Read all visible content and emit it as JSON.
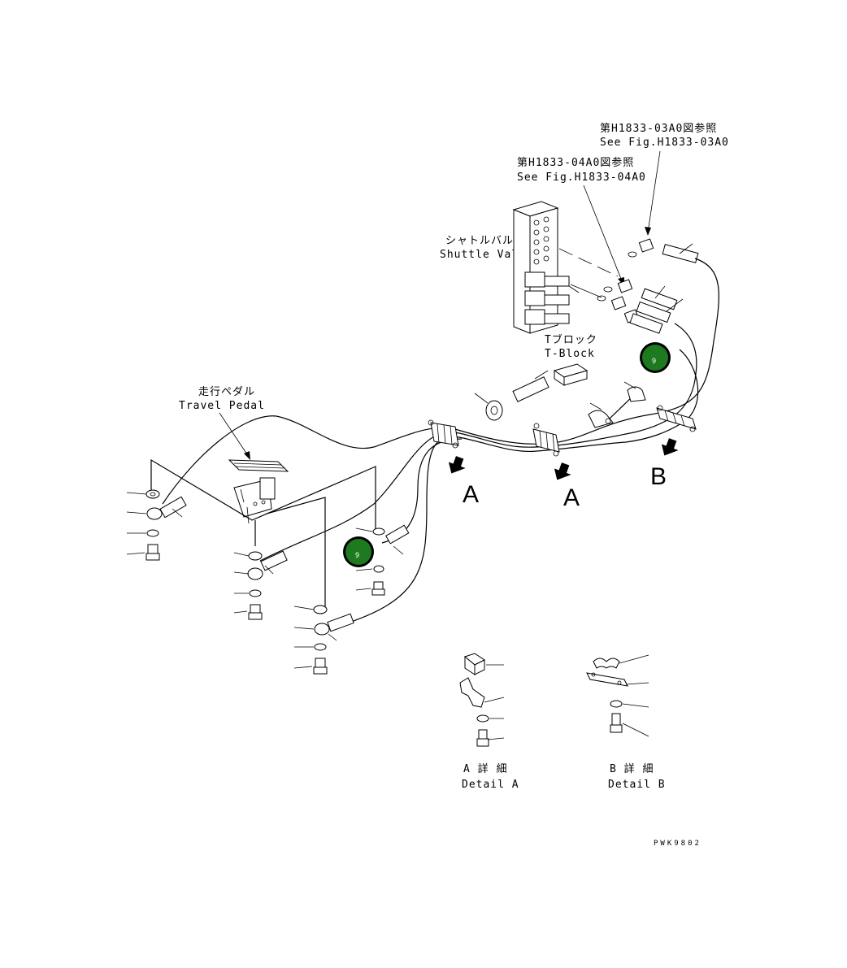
{
  "references": {
    "ref_03_jp": "第H1833-03A0図参照",
    "ref_03_en": "See Fig.H1833-03A0",
    "ref_04_jp": "第H1833-04A0図参照",
    "ref_04_en": "See Fig.H1833-04A0"
  },
  "components": {
    "shuttle_valve_jp": "シャトルバルブ",
    "shuttle_valve_en": "Shuttle Valve",
    "t_block_jp": "Tブロック",
    "t_block_en": "T-Block",
    "travel_pedal_jp": "走行ペダル",
    "travel_pedal_en": "Travel Pedal"
  },
  "view_markers": {
    "a1": "A",
    "a2": "A",
    "b": "B"
  },
  "details": {
    "a_jp": "A 詳 細",
    "a_en": "Detail A",
    "b_jp": "B 詳 細",
    "b_en": "Detail B"
  },
  "callouts": {
    "badge_1": "9",
    "badge_2": "9",
    "badge_color": "#1e7a1e"
  },
  "drawing_code": "PWK9802"
}
